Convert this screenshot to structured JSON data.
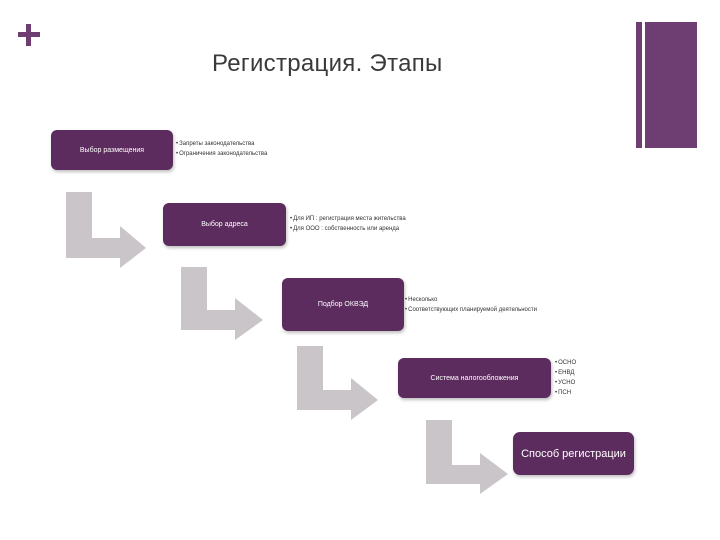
{
  "slide": {
    "title": "Регистрация. Этапы"
  },
  "steps": [
    {
      "label": "Выбор размещения",
      "notes": [
        "Запреты законодательства",
        "Ограничения законодательства"
      ]
    },
    {
      "label": "Выбор адреса",
      "notes": [
        "Для ИП : регистрация места жительства",
        "Для ООО : собственность или аренда"
      ]
    },
    {
      "label": "Подбор ОКВЭД",
      "notes": [
        "Несколько",
        "Соответствующих планируемой деятельности"
      ]
    },
    {
      "label": "Система налогообложения",
      "notes": [
        "ОСНО",
        "ЕНВД",
        "УСНО",
        "ПСН"
      ]
    },
    {
      "label": "Способ регистрации",
      "notes": []
    }
  ],
  "colors": {
    "accent": "#6e3e72",
    "box": "#5d2c5e",
    "arrow": "#c9c5c9"
  }
}
